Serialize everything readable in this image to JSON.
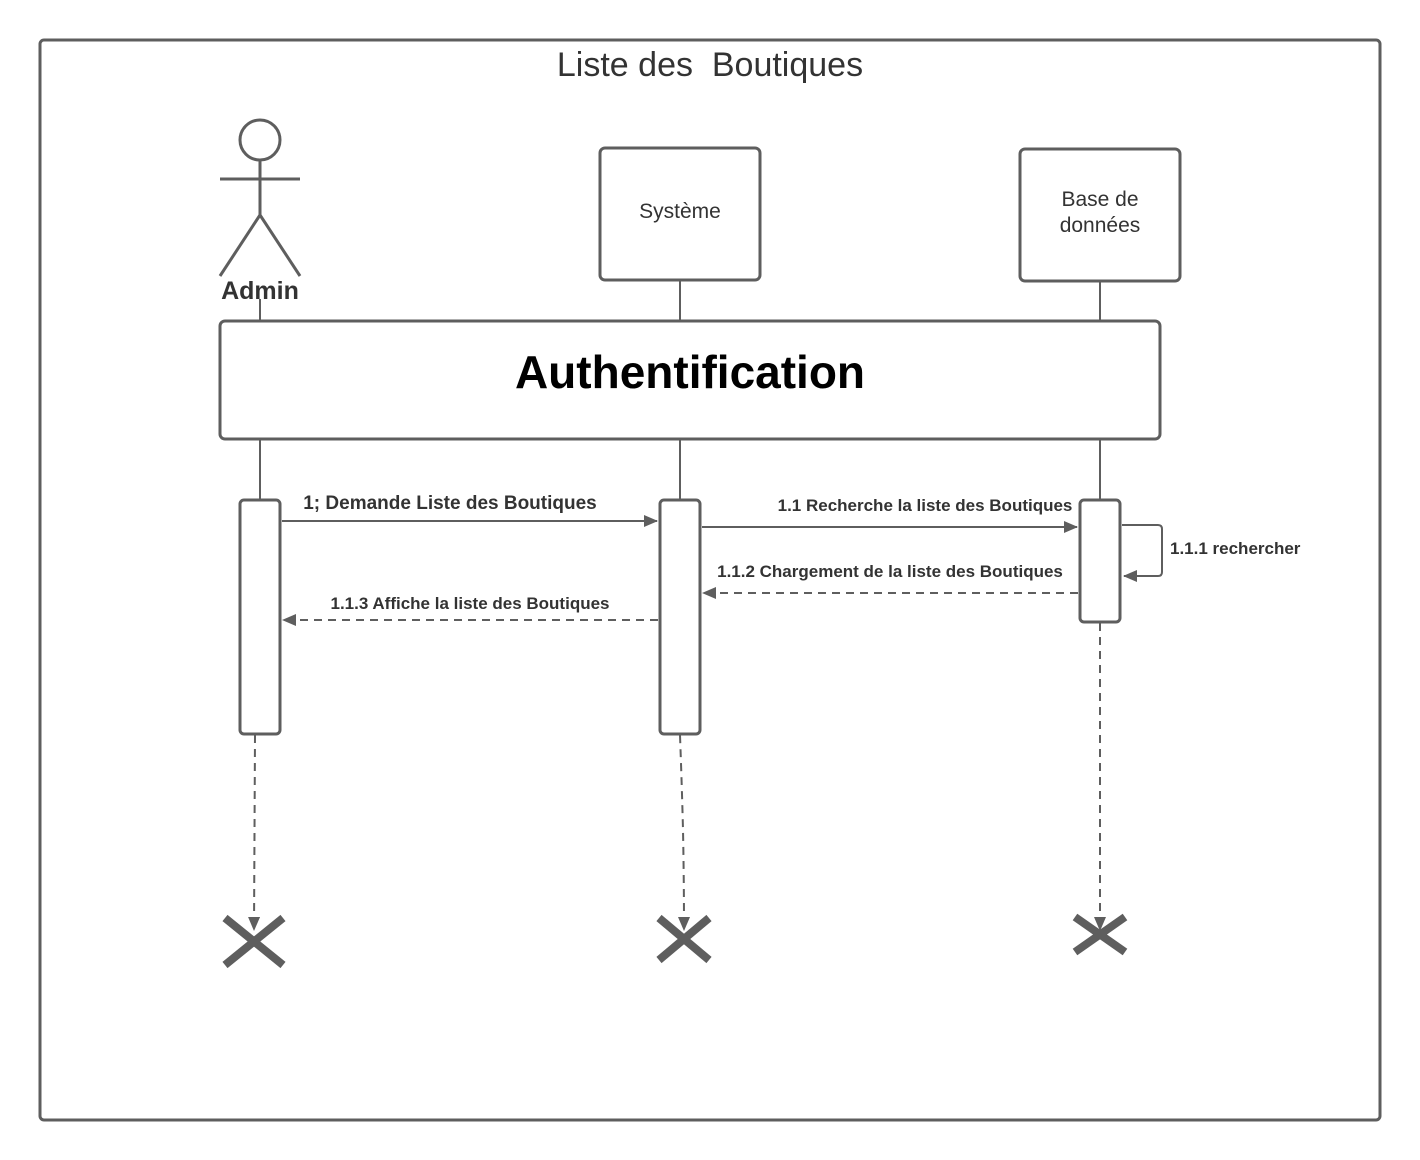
{
  "diagram": {
    "title": "Liste des  Boutiques",
    "participants": {
      "actor": {
        "label": "Admin"
      },
      "system": {
        "label": "Système"
      },
      "database": {
        "label_line1": "Base de",
        "label_line2": "données"
      }
    },
    "fragment": {
      "label": "Authentification"
    },
    "messages": {
      "m1": "1; Demande Liste des Boutiques",
      "m1_1": "1.1 Recherche la liste des Boutiques",
      "m1_1_1": "1.1.1 rechercher",
      "m1_1_2": "1.1.2 Chargement de la liste des Boutiques",
      "m1_1_3": "1.1.3 Affiche la liste des Boutiques"
    }
  },
  "colors": {
    "line": "#5e5e5e",
    "text": "#333333",
    "fragment_text": "#000000"
  }
}
